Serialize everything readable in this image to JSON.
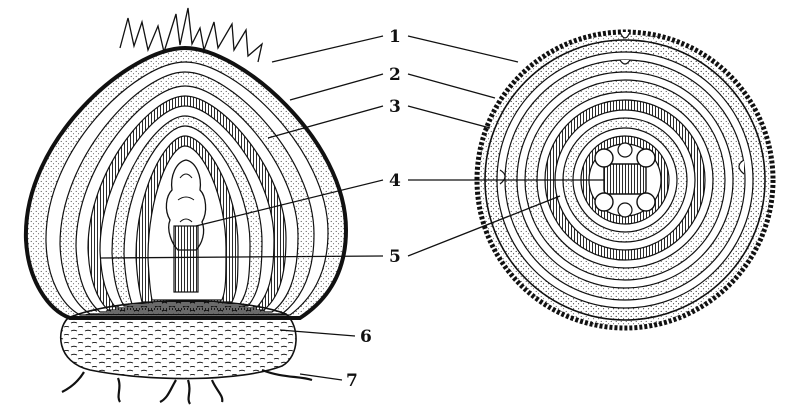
{
  "figure": {
    "labels": [
      "1",
      "2",
      "3",
      "4",
      "5",
      "6",
      "7"
    ]
  },
  "colors": {
    "ink": "#111111",
    "paper": "#ffffff",
    "stipple": "#333333"
  }
}
